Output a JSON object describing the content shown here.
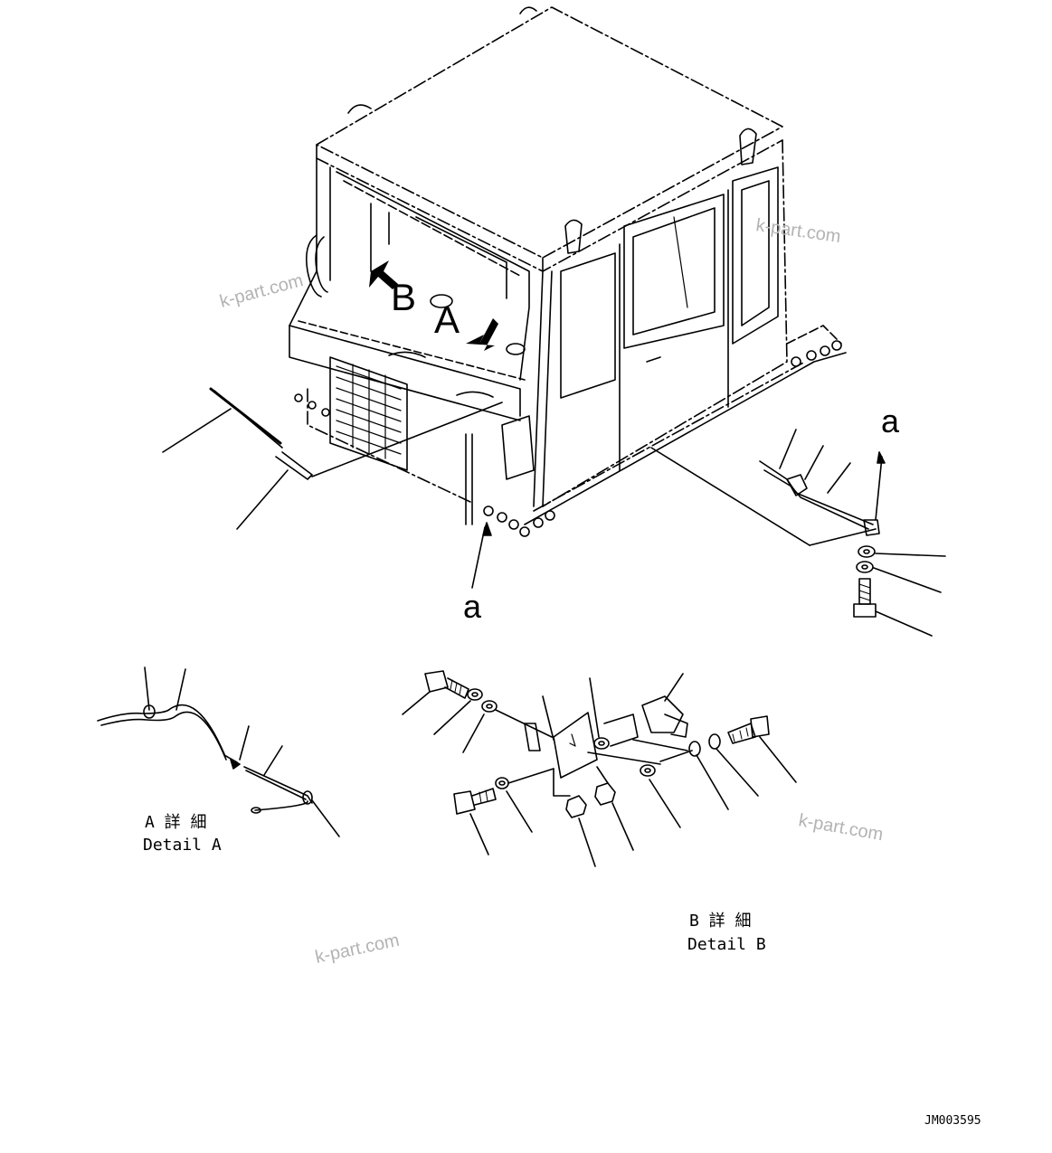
{
  "callouts": {
    "view_a": "A",
    "view_b": "B",
    "point_a_right": "a",
    "point_a_bottom": "a"
  },
  "details": {
    "a_title_jp": "A 詳 細",
    "a_title_en": "Detail A",
    "b_title_jp": "B 詳 細",
    "b_title_en": "Detail B"
  },
  "watermarks": [
    "k-part.com",
    "k-part.com",
    "k-part.com",
    "k-part.com"
  ],
  "drawing_number": "JM003595"
}
